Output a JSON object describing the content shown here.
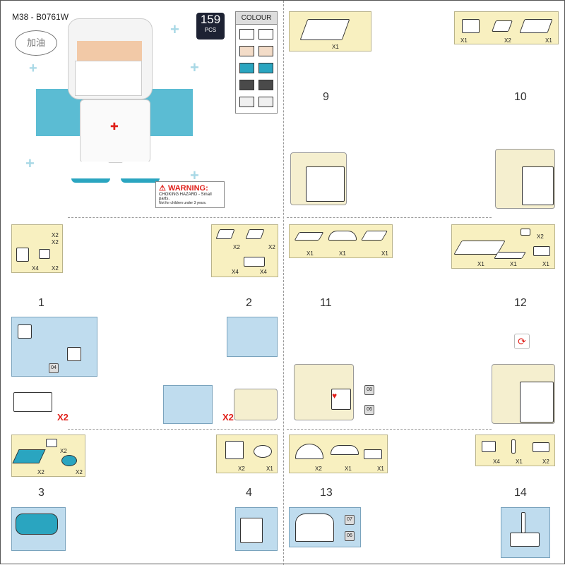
{
  "header": {
    "model": "M38 - B0761W",
    "pieces": "159",
    "pieces_unit": "PCS",
    "bubble": "加油"
  },
  "colour": {
    "title": "COLOUR",
    "swatches": [
      "#ffffff",
      "#f3dcc8",
      "#2aa5c0",
      "#4a4a4a",
      "#f0f0f0"
    ]
  },
  "warning": {
    "title": "WARNING:",
    "line1": "CHOKING HAZARD - Small parts.",
    "line2": "Not for children under 3 years."
  },
  "steps": {
    "s1": {
      "num": "1",
      "qty": [
        "X2",
        "X2",
        "X4",
        "X2"
      ],
      "callout": "04",
      "mult": "X2"
    },
    "s2": {
      "num": "2",
      "qty": [
        "X2",
        "X2",
        "X4",
        "X4"
      ],
      "mult": "X2"
    },
    "s3": {
      "num": "3",
      "qty": [
        "X2",
        "X2",
        "X2"
      ]
    },
    "s4": {
      "num": "4",
      "qty": [
        "X2",
        "X1"
      ]
    },
    "s9": {
      "num": "9",
      "qty": [
        "X1"
      ]
    },
    "s10": {
      "num": "10",
      "qty": [
        "X1",
        "X2",
        "X1"
      ]
    },
    "s11": {
      "num": "11",
      "qty": [
        "X1",
        "X1",
        "X1"
      ],
      "callouts": [
        "08",
        "06"
      ]
    },
    "s12": {
      "num": "12",
      "qty": [
        "X2",
        "X1",
        "X1",
        "X1"
      ]
    },
    "s13": {
      "num": "13",
      "qty": [
        "X2",
        "X1",
        "X1"
      ],
      "callouts": [
        "07",
        "06"
      ]
    },
    "s14": {
      "num": "14",
      "qty": [
        "X4",
        "X1",
        "X2"
      ]
    }
  }
}
